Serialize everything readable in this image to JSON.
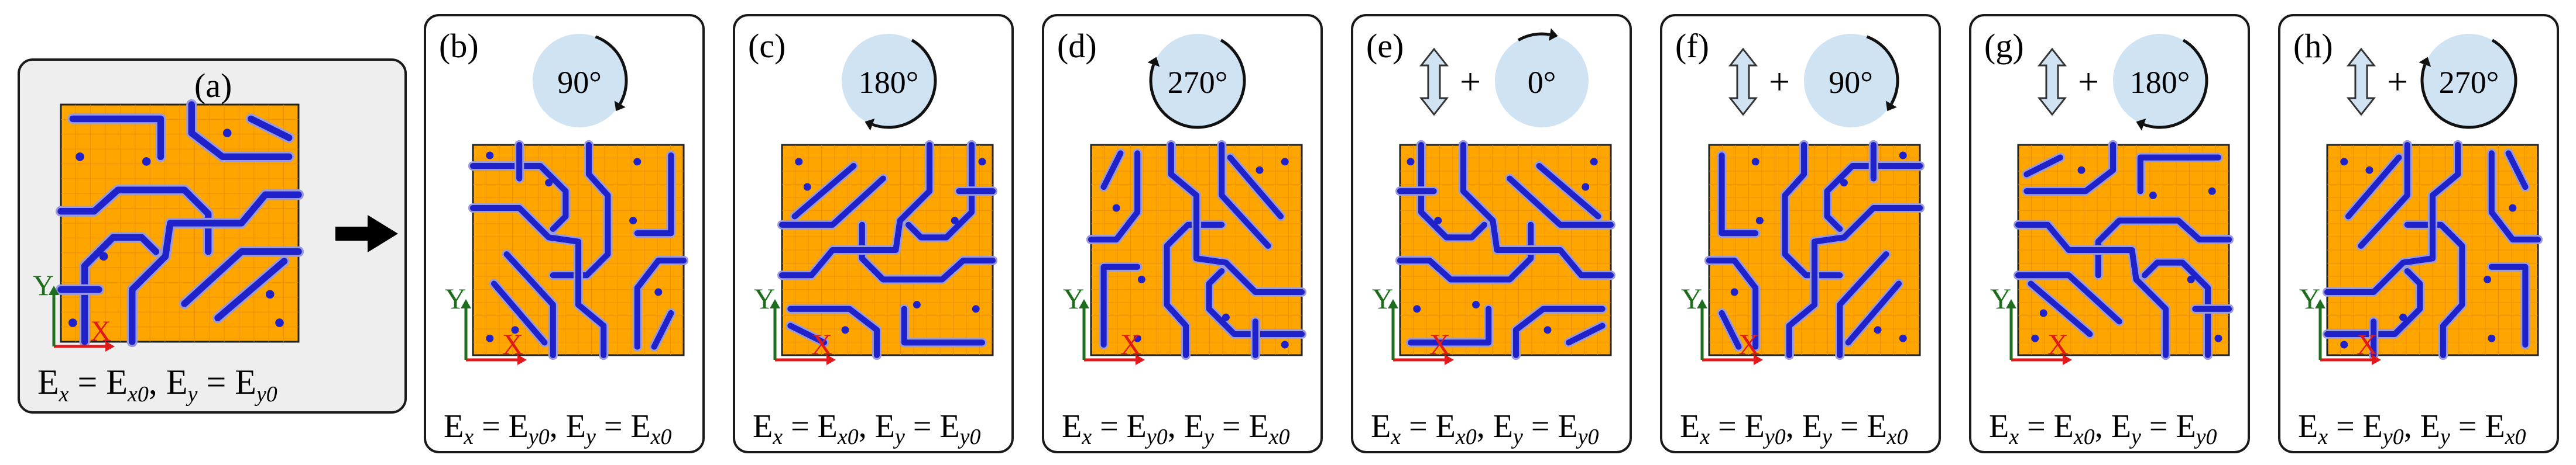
{
  "colors": {
    "material": "#FFA500",
    "grid": "#E08A10",
    "inclusion": "#1E22C8",
    "inclusion_edge": "#9A9ADC",
    "circle_fill": "#CFE3F3",
    "axis_x": "#E0191B",
    "axis_y": "#1F6E1F",
    "border": "#1a1a1a"
  },
  "labels": {
    "axis_x": "X",
    "axis_y": "Y",
    "plus": "+",
    "source_eqn": {
      "ex": "E",
      "exs": "x",
      "eq1": " = E",
      "e1s": "x0",
      "comma": ", E",
      "eys": "y",
      "eq2": " = E",
      "e2s": "y0"
    }
  },
  "panels": [
    {
      "label": "(a)",
      "rotation": null,
      "mirror": false,
      "eqn": {
        "ex": "E",
        "exs": "x",
        "eq1": " = E",
        "e1s": "x0",
        "comma": ", E",
        "eys": "y",
        "eq2": " = E",
        "e2s": "y0"
      }
    },
    {
      "label": "(b)",
      "rotation": "90°",
      "mirror": false,
      "eqn": {
        "ex": "E",
        "exs": "x",
        "eq1": " = E",
        "e1s": "y0",
        "comma": ", E",
        "eys": "y",
        "eq2": " = E",
        "e2s": "x0"
      }
    },
    {
      "label": "(c)",
      "rotation": "180°",
      "mirror": false,
      "eqn": {
        "ex": "E",
        "exs": "x",
        "eq1": " = E",
        "e1s": "x0",
        "comma": ", E",
        "eys": "y",
        "eq2": " = E",
        "e2s": "y0"
      }
    },
    {
      "label": "(d)",
      "rotation": "270°",
      "mirror": false,
      "eqn": {
        "ex": "E",
        "exs": "x",
        "eq1": " = E",
        "e1s": "y0",
        "comma": ", E",
        "eys": "y",
        "eq2": " = E",
        "e2s": "x0"
      }
    },
    {
      "label": "(e)",
      "rotation": "0°",
      "mirror": true,
      "eqn": {
        "ex": "E",
        "exs": "x",
        "eq1": " = E",
        "e1s": "x0",
        "comma": ", E",
        "eys": "y",
        "eq2": " = E",
        "e2s": "y0"
      }
    },
    {
      "label": "(f)",
      "rotation": "90°",
      "mirror": true,
      "eqn": {
        "ex": "E",
        "exs": "x",
        "eq1": " = E",
        "e1s": "y0",
        "comma": ", E",
        "eys": "y",
        "eq2": " = E",
        "e2s": "x0"
      }
    },
    {
      "label": "(g)",
      "rotation": "180°",
      "mirror": true,
      "eqn": {
        "ex": "E",
        "exs": "x",
        "eq1": " = E",
        "e1s": "x0",
        "comma": ", E",
        "eys": "y",
        "eq2": " = E",
        "e2s": "y0"
      }
    },
    {
      "label": "(h)",
      "rotation": "270°",
      "mirror": true,
      "eqn": {
        "ex": "E",
        "exs": "x",
        "eq1": " = E",
        "e1s": "y0",
        "comma": ", E",
        "eys": "y",
        "eq2": " = E",
        "e2s": "x0"
      }
    }
  ]
}
